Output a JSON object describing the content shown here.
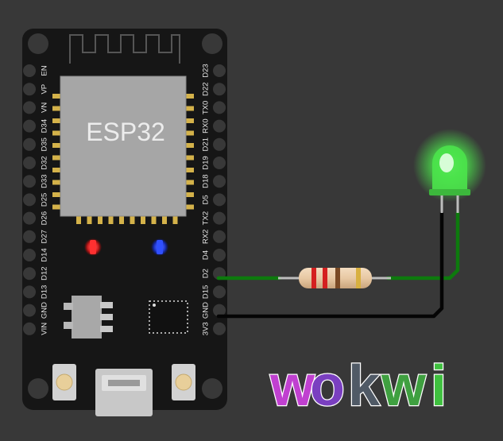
{
  "board": {
    "chip_label": "ESP32",
    "left_pins": [
      "EN",
      "VP",
      "VN",
      "D34",
      "D35",
      "D32",
      "D33",
      "D25",
      "D26",
      "D27",
      "D14",
      "D12",
      "D13",
      "GND",
      "VIN"
    ],
    "right_pins": [
      "D23",
      "D22",
      "TX0",
      "RX0",
      "D21",
      "D19",
      "D18",
      "D5",
      "TX2",
      "RX2",
      "D4",
      "D2",
      "D15",
      "GND",
      "3V3"
    ]
  },
  "logo": {
    "letters": [
      "w",
      "o",
      "k",
      "w",
      "i"
    ],
    "colors": [
      "#c040d0",
      "#7a3fc0",
      "#505a66",
      "#3fa040",
      "#3fc03f"
    ]
  },
  "colors": {
    "background": "#383838",
    "board": "#161616",
    "led": "#4be34b",
    "wire_signal": "#109010",
    "wire_ground": "#000000"
  }
}
